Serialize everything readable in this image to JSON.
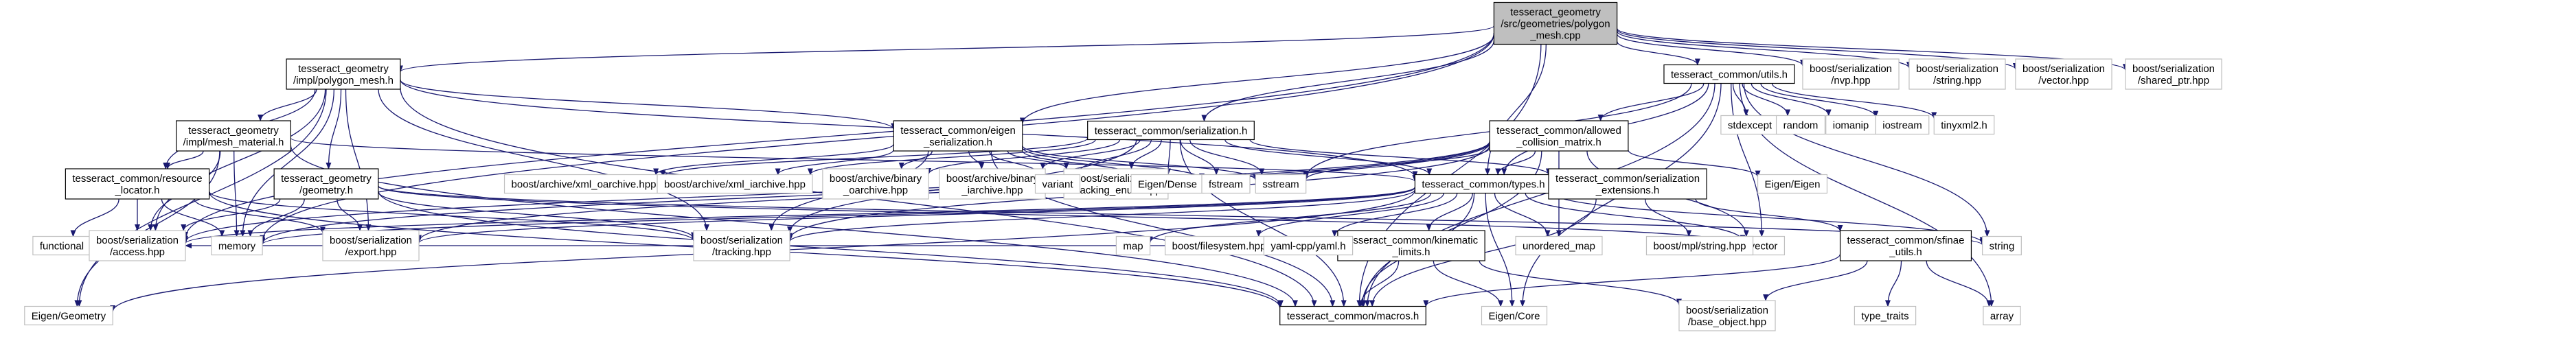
{
  "diagram": {
    "nodes": [
      {
        "id": "root",
        "lines": [
          "tesseract_geometry",
          "/src/geometries/polygon",
          "_mesh.cpp"
        ],
        "style": "root"
      },
      {
        "id": "polygon_mesh_h",
        "lines": [
          "tesseract_geometry",
          "/impl/polygon_mesh.h"
        ],
        "style": "box"
      },
      {
        "id": "eigen_serialization",
        "lines": [
          "tesseract_common/eigen",
          "_serialization.h"
        ],
        "style": "box"
      },
      {
        "id": "serialization_h",
        "lines": [
          "tesseract_common/serialization.h"
        ],
        "style": "box"
      },
      {
        "id": "utils_h",
        "lines": [
          "tesseract_common/utils.h"
        ],
        "style": "box"
      },
      {
        "id": "nvp",
        "lines": [
          "boost/serialization",
          "/nvp.hpp"
        ],
        "style": "gray"
      },
      {
        "id": "string_hpp",
        "lines": [
          "boost/serialization",
          "/string.hpp"
        ],
        "style": "gray"
      },
      {
        "id": "vector_hpp",
        "lines": [
          "boost/serialization",
          "/vector.hpp"
        ],
        "style": "gray"
      },
      {
        "id": "shared_ptr",
        "lines": [
          "boost/serialization",
          "/shared_ptr.hpp"
        ],
        "style": "gray"
      },
      {
        "id": "mesh_material",
        "lines": [
          "tesseract_geometry",
          "/impl/mesh_material.h"
        ],
        "style": "box"
      },
      {
        "id": "resource_locator",
        "lines": [
          "tesseract_common/resource",
          "_locator.h"
        ],
        "style": "box"
      },
      {
        "id": "geometry_h",
        "lines": [
          "tesseract_geometry",
          "/geometry.h"
        ],
        "style": "box"
      },
      {
        "id": "allowed_collision",
        "lines": [
          "tesseract_common/allowed",
          "_collision_matrix.h"
        ],
        "style": "box"
      },
      {
        "id": "types_h",
        "lines": [
          "tesseract_common/types.h"
        ],
        "style": "box"
      },
      {
        "id": "serialization_ext",
        "lines": [
          "tesseract_common/serialization",
          "_extensions.h"
        ],
        "style": "box"
      },
      {
        "id": "kinematic_limits",
        "lines": [
          "tesseract_common/kinematic",
          "_limits.h"
        ],
        "style": "box"
      },
      {
        "id": "sfinae",
        "lines": [
          "tesseract_common/sfinae",
          "_utils.h"
        ],
        "style": "box"
      },
      {
        "id": "macros",
        "lines": [
          "tesseract_common/macros.h"
        ],
        "style": "box"
      },
      {
        "id": "xml_oarchive",
        "lines": [
          "boost/archive/xml_oarchive.hpp"
        ],
        "style": "gray"
      },
      {
        "id": "xml_iarchive",
        "lines": [
          "boost/archive/xml_iarchive.hpp"
        ],
        "style": "gray"
      },
      {
        "id": "binary_oarchive",
        "lines": [
          "boost/archive/binary",
          "_oarchive.hpp"
        ],
        "style": "gray"
      },
      {
        "id": "binary_iarchive",
        "lines": [
          "boost/archive/binary",
          "_iarchive.hpp"
        ],
        "style": "gray"
      },
      {
        "id": "tracking_enum",
        "lines": [
          "boost/serialization",
          "/tracking_enum.hpp"
        ],
        "style": "gray"
      },
      {
        "id": "variant",
        "lines": [
          "variant"
        ],
        "style": "gray"
      },
      {
        "id": "eigen_dense",
        "lines": [
          "Eigen/Dense"
        ],
        "style": "gray"
      },
      {
        "id": "fstream",
        "lines": [
          "fstream"
        ],
        "style": "gray"
      },
      {
        "id": "sstream",
        "lines": [
          "sstream"
        ],
        "style": "gray"
      },
      {
        "id": "eigen_eigen",
        "lines": [
          "Eigen/Eigen"
        ],
        "style": "gray"
      },
      {
        "id": "stdexcept",
        "lines": [
          "stdexcept"
        ],
        "style": "gray"
      },
      {
        "id": "random",
        "lines": [
          "random"
        ],
        "style": "gray"
      },
      {
        "id": "iomanip",
        "lines": [
          "iomanip"
        ],
        "style": "gray"
      },
      {
        "id": "iostream",
        "lines": [
          "iostream"
        ],
        "style": "gray"
      },
      {
        "id": "tinyxml2",
        "lines": [
          "tinyxml2.h"
        ],
        "style": "gray"
      },
      {
        "id": "functional",
        "lines": [
          "functional"
        ],
        "style": "gray"
      },
      {
        "id": "access",
        "lines": [
          "boost/serialization",
          "/access.hpp"
        ],
        "style": "gray"
      },
      {
        "id": "memory",
        "lines": [
          "memory"
        ],
        "style": "gray"
      },
      {
        "id": "export",
        "lines": [
          "boost/serialization",
          "/export.hpp"
        ],
        "style": "gray"
      },
      {
        "id": "tracking",
        "lines": [
          "boost/serialization",
          "/tracking.hpp"
        ],
        "style": "gray"
      },
      {
        "id": "map",
        "lines": [
          "map"
        ],
        "style": "gray"
      },
      {
        "id": "filesystem",
        "lines": [
          "boost/filesystem.hpp"
        ],
        "style": "gray"
      },
      {
        "id": "yaml",
        "lines": [
          "yaml-cpp/yaml.h"
        ],
        "style": "gray"
      },
      {
        "id": "unordered_map",
        "lines": [
          "unordered_map"
        ],
        "style": "gray"
      },
      {
        "id": "vector",
        "lines": [
          "vector"
        ],
        "style": "gray"
      },
      {
        "id": "string",
        "lines": [
          "string"
        ],
        "style": "gray"
      },
      {
        "id": "mpl_string",
        "lines": [
          "boost/mpl/string.hpp"
        ],
        "style": "gray"
      },
      {
        "id": "eigen_geometry",
        "lines": [
          "Eigen/Geometry"
        ],
        "style": "gray"
      },
      {
        "id": "eigen_core",
        "lines": [
          "Eigen/Core"
        ],
        "style": "gray"
      },
      {
        "id": "base_object",
        "lines": [
          "boost/serialization",
          "/base_object.hpp"
        ],
        "style": "gray"
      },
      {
        "id": "type_traits",
        "lines": [
          "type_traits"
        ],
        "style": "gray"
      },
      {
        "id": "array",
        "lines": [
          "array"
        ],
        "style": "gray"
      }
    ],
    "edges": [
      [
        "root",
        "polygon_mesh_h"
      ],
      [
        "root",
        "eigen_serialization"
      ],
      [
        "root",
        "serialization_h"
      ],
      [
        "root",
        "utils_h"
      ],
      [
        "root",
        "nvp"
      ],
      [
        "root",
        "string_hpp"
      ],
      [
        "root",
        "vector_hpp"
      ],
      [
        "root",
        "shared_ptr"
      ],
      [
        "root",
        "access"
      ],
      [
        "root",
        "memory"
      ],
      [
        "root",
        "types_h"
      ],
      [
        "root",
        "macros"
      ],
      [
        "polygon_mesh_h",
        "mesh_material"
      ],
      [
        "polygon_mesh_h",
        "resource_locator"
      ],
      [
        "polygon_mesh_h",
        "geometry_h"
      ],
      [
        "polygon_mesh_h",
        "eigen_serialization"
      ],
      [
        "polygon_mesh_h",
        "types_h"
      ],
      [
        "polygon_mesh_h",
        "access"
      ],
      [
        "polygon_mesh_h",
        "memory"
      ],
      [
        "polygon_mesh_h",
        "export"
      ],
      [
        "polygon_mesh_h",
        "tracking"
      ],
      [
        "polygon_mesh_h",
        "eigen_geometry"
      ],
      [
        "polygon_mesh_h",
        "macros"
      ],
      [
        "eigen_serialization",
        "xml_oarchive"
      ],
      [
        "eigen_serialization",
        "xml_iarchive"
      ],
      [
        "eigen_serialization",
        "binary_oarchive"
      ],
      [
        "eigen_serialization",
        "binary_iarchive"
      ],
      [
        "eigen_serialization",
        "tracking_enum"
      ],
      [
        "eigen_serialization",
        "variant"
      ],
      [
        "eigen_serialization",
        "eigen_dense"
      ],
      [
        "eigen_serialization",
        "fstream"
      ],
      [
        "eigen_serialization",
        "sstream"
      ],
      [
        "eigen_serialization",
        "tracking"
      ],
      [
        "eigen_serialization",
        "macros"
      ],
      [
        "serialization_h",
        "xml_oarchive"
      ],
      [
        "serialization_h",
        "xml_iarchive"
      ],
      [
        "serialization_h",
        "binary_oarchive"
      ],
      [
        "serialization_h",
        "binary_iarchive"
      ],
      [
        "serialization_h",
        "tracking_enum"
      ],
      [
        "serialization_h",
        "variant"
      ],
      [
        "serialization_h",
        "eigen_dense"
      ],
      [
        "serialization_h",
        "fstream"
      ],
      [
        "serialization_h",
        "sstream"
      ],
      [
        "serialization_h",
        "types_h"
      ],
      [
        "serialization_h",
        "serialization_ext"
      ],
      [
        "serialization_h",
        "tracking"
      ],
      [
        "serialization_h",
        "macros"
      ],
      [
        "utils_h",
        "allowed_collision"
      ],
      [
        "utils_h",
        "types_h"
      ],
      [
        "utils_h",
        "stdexcept"
      ],
      [
        "utils_h",
        "random"
      ],
      [
        "utils_h",
        "iomanip"
      ],
      [
        "utils_h",
        "iostream"
      ],
      [
        "utils_h",
        "tinyxml2"
      ],
      [
        "utils_h",
        "sstream"
      ],
      [
        "utils_h",
        "vector"
      ],
      [
        "utils_h",
        "string"
      ],
      [
        "utils_h",
        "array"
      ],
      [
        "utils_h",
        "eigen_core"
      ],
      [
        "utils_h",
        "macros"
      ],
      [
        "mesh_material",
        "resource_locator"
      ],
      [
        "mesh_material",
        "memory"
      ],
      [
        "mesh_material",
        "eigen_geometry"
      ],
      [
        "mesh_material",
        "access"
      ],
      [
        "mesh_material",
        "macros"
      ],
      [
        "mesh_material",
        "types_h"
      ],
      [
        "resource_locator",
        "functional"
      ],
      [
        "resource_locator",
        "memory"
      ],
      [
        "resource_locator",
        "access"
      ],
      [
        "resource_locator",
        "export"
      ],
      [
        "resource_locator",
        "tracking"
      ],
      [
        "resource_locator",
        "macros"
      ],
      [
        "geometry_h",
        "memory"
      ],
      [
        "geometry_h",
        "access"
      ],
      [
        "geometry_h",
        "export"
      ],
      [
        "geometry_h",
        "tracking"
      ],
      [
        "geometry_h",
        "vector"
      ],
      [
        "geometry_h",
        "string"
      ],
      [
        "geometry_h",
        "macros"
      ],
      [
        "allowed_collision",
        "eigen_eigen"
      ],
      [
        "allowed_collision",
        "types_h"
      ],
      [
        "allowed_collision",
        "unordered_map"
      ],
      [
        "allowed_collision",
        "vector"
      ],
      [
        "allowed_collision",
        "access"
      ],
      [
        "allowed_collision",
        "memory"
      ],
      [
        "allowed_collision",
        "tracking"
      ],
      [
        "allowed_collision",
        "export"
      ],
      [
        "allowed_collision",
        "macros"
      ],
      [
        "allowed_collision",
        "sstream"
      ],
      [
        "types_h",
        "map"
      ],
      [
        "types_h",
        "filesystem"
      ],
      [
        "types_h",
        "yaml"
      ],
      [
        "types_h",
        "kinematic_limits"
      ],
      [
        "types_h",
        "unordered_map"
      ],
      [
        "types_h",
        "vector"
      ],
      [
        "types_h",
        "string"
      ],
      [
        "types_h",
        "eigen_core"
      ],
      [
        "types_h",
        "eigen_geometry"
      ],
      [
        "types_h",
        "access"
      ],
      [
        "types_h",
        "memory"
      ],
      [
        "types_h",
        "tracking"
      ],
      [
        "types_h",
        "export"
      ],
      [
        "types_h",
        "macros"
      ],
      [
        "serialization_ext",
        "mpl_string"
      ],
      [
        "serialization_ext",
        "sfinae"
      ],
      [
        "serialization_ext",
        "macros"
      ],
      [
        "kinematic_limits",
        "eigen_core"
      ],
      [
        "kinematic_limits",
        "macros"
      ],
      [
        "kinematic_limits",
        "access"
      ],
      [
        "kinematic_limits",
        "base_object"
      ],
      [
        "sfinae",
        "type_traits"
      ],
      [
        "sfinae",
        "array"
      ],
      [
        "sfinae",
        "base_object"
      ],
      [
        "sfinae",
        "macros"
      ]
    ]
  }
}
